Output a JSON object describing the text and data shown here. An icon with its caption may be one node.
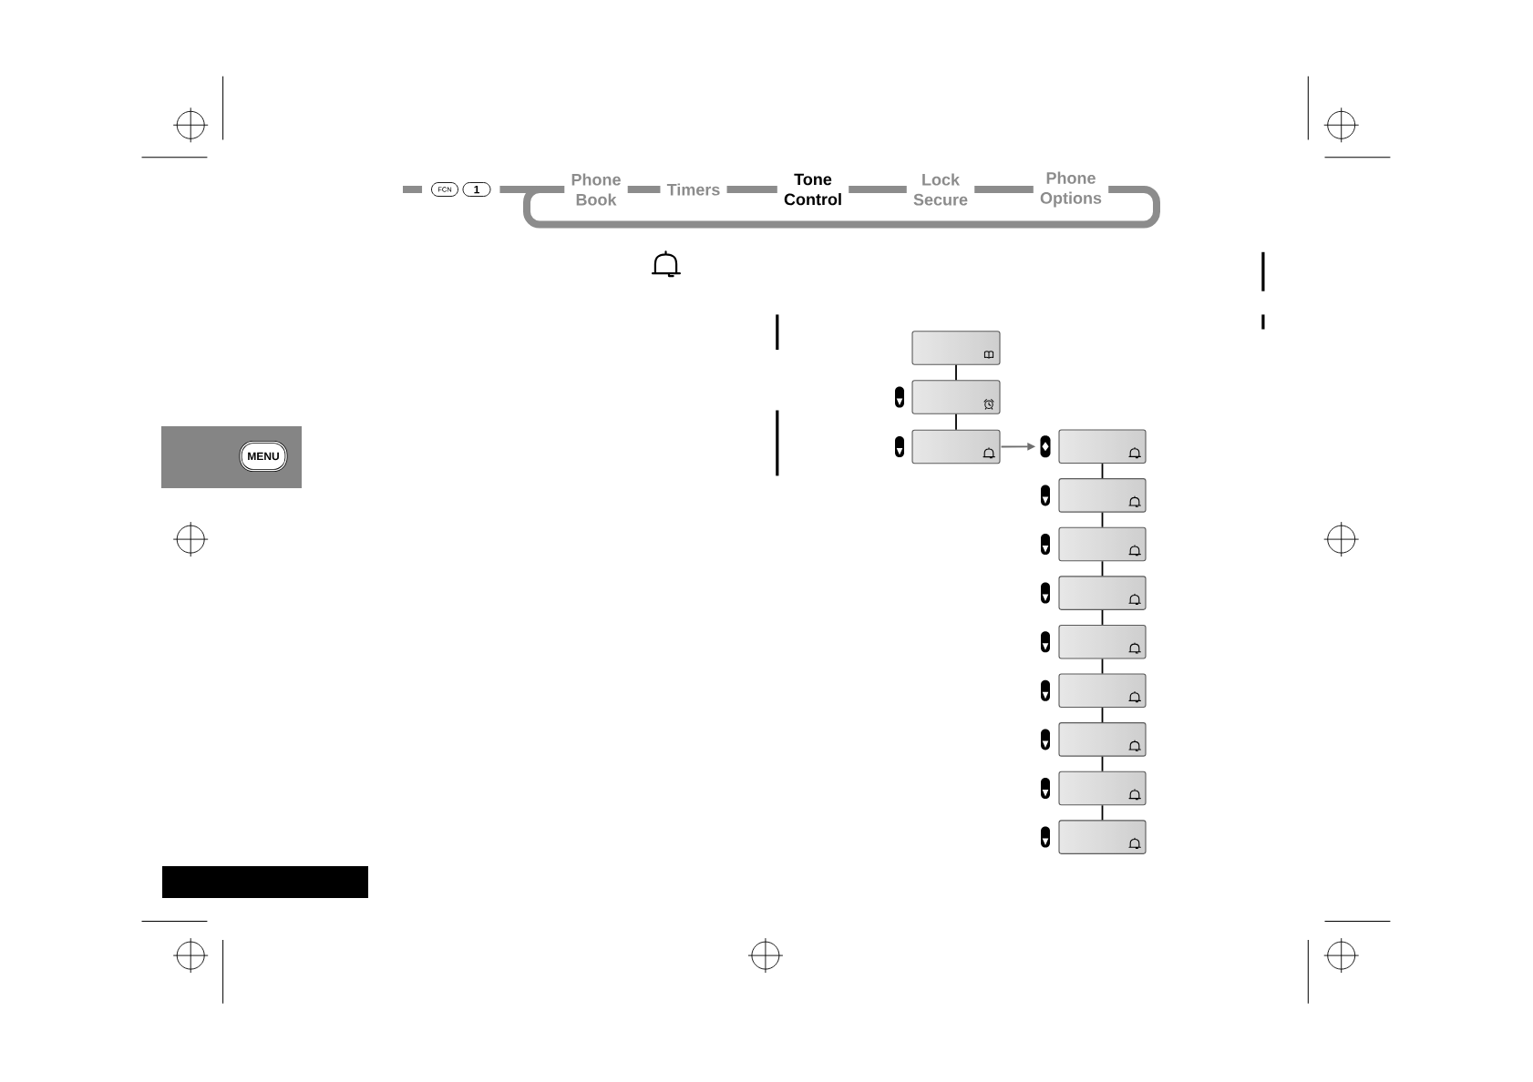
{
  "diagram": {
    "nodes": [
      {
        "text": [
          "FCN"
        ]
      },
      {
        "text": [
          "1"
        ]
      },
      {
        "text": [
          "Phone Book"
        ]
      },
      {
        "text": [
          "Timers"
        ]
      },
      {
        "text": [
          "Tone Control"
        ]
      },
      {
        "text": [
          "Lock Secure"
        ]
      },
      {
        "text": [
          "Phone Options"
        ]
      },
      {
        "text": [
          "MENU"
        ]
      },
      {
        "text": [],
        "shape": "box"
      },
      {
        "text": [],
        "shape": "box"
      },
      {
        "text": [],
        "shape": "box"
      },
      {
        "text": [],
        "shape": "oval"
      },
      {
        "text": [],
        "shape": "box"
      },
      {
        "text": [],
        "shape": "box"
      },
      {
        "text": [],
        "shape": "box"
      },
      {
        "text": [],
        "shape": "box"
      },
      {
        "text": [],
        "shape": "box"
      },
      {
        "text": [],
        "shape": "box"
      },
      {
        "text": [],
        "shape": "box"
      },
      {
        "text": [],
        "shape": "box"
      },
      {
        "text": [],
        "shape": "box"
      },
      {
        "text": [],
        "shape": "bar"
      }
    ],
    "edges": [
      {
        "from": null,
        "to": 0,
        "arrow": "none",
        "style": "thick",
        "color": "#8c8c8c"
      },
      {
        "from": 1,
        "to": 2,
        "arrow": "none",
        "style": "thick",
        "color": "#8c8c8c"
      },
      {
        "from": 2,
        "to": 3,
        "arrow": "none",
        "style": "thick",
        "color": "#8c8c8c"
      },
      {
        "from": 3,
        "to": 4,
        "arrow": "none",
        "style": "thick",
        "color": "#8c8c8c"
      },
      {
        "from": 4,
        "to": 5,
        "arrow": "none",
        "style": "thick",
        "color": "#8c8c8c"
      },
      {
        "from": 5,
        "to": 6,
        "arrow": "none",
        "style": "thick",
        "color": "#8c8c8c"
      },
      {
        "from": 6,
        "to": 2,
        "arrow": "none",
        "style": "thick",
        "color": "#8c8c8c"
      },
      {
        "from": 8,
        "to": 9,
        "arrow": "none"
      },
      {
        "from": 9,
        "to": 10,
        "arrow": "none"
      },
      {
        "from": 10,
        "to": 11,
        "arrow": "to",
        "color": "#6e6e6e"
      },
      {
        "from": 12,
        "to": 13,
        "arrow": "none"
      },
      {
        "from": 13,
        "to": 14,
        "arrow": "none"
      },
      {
        "from": 14,
        "to": 15,
        "arrow": "none"
      },
      {
        "from": 15,
        "to": 16,
        "arrow": "none"
      },
      {
        "from": 16,
        "to": 17,
        "arrow": "none"
      },
      {
        "from": 17,
        "to": 18,
        "arrow": "none"
      },
      {
        "from": 18,
        "to": 19,
        "arrow": "none"
      },
      {
        "from": 19,
        "to": 20,
        "arrow": "none"
      }
    ]
  }
}
